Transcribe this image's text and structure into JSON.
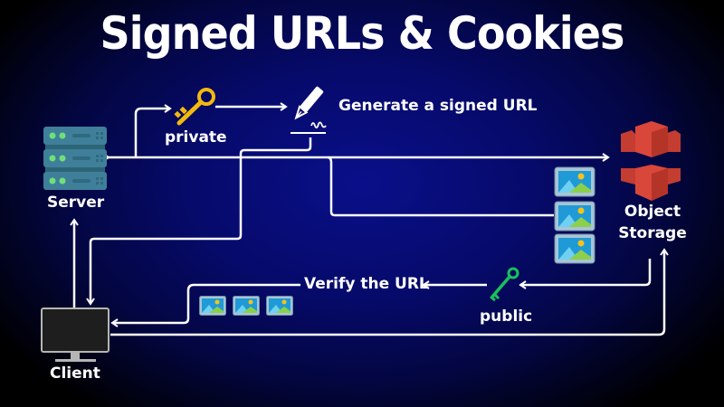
{
  "title": "Signed URLs & Cookies",
  "nodes": {
    "server": {
      "label": "Server",
      "icon": "server-icon"
    },
    "client": {
      "label": "Client",
      "icon": "monitor-icon"
    },
    "object_storage": {
      "label_line1": "Object",
      "label_line2": "Storage",
      "icon": "object-storage-icon"
    },
    "private_key": {
      "label": "private",
      "icon": "key-icon",
      "color": "#f2b90f"
    },
    "public_key": {
      "label": "public",
      "icon": "key-icon",
      "color": "#17c25a"
    },
    "sign": {
      "label": "Generate a signed URL",
      "icon": "pen-signature-icon"
    },
    "verify": {
      "label": "Verify the URL"
    }
  },
  "colors": {
    "server": "#3f7f99",
    "server_led": "#6ee07a",
    "storage": "#d9473a",
    "client_screen": "#1e1e1e",
    "client_frame": "#b5b5b5",
    "line": "#ffffff"
  },
  "images": {
    "count_storage": 3,
    "count_client": 3,
    "icon": "image-icon"
  }
}
